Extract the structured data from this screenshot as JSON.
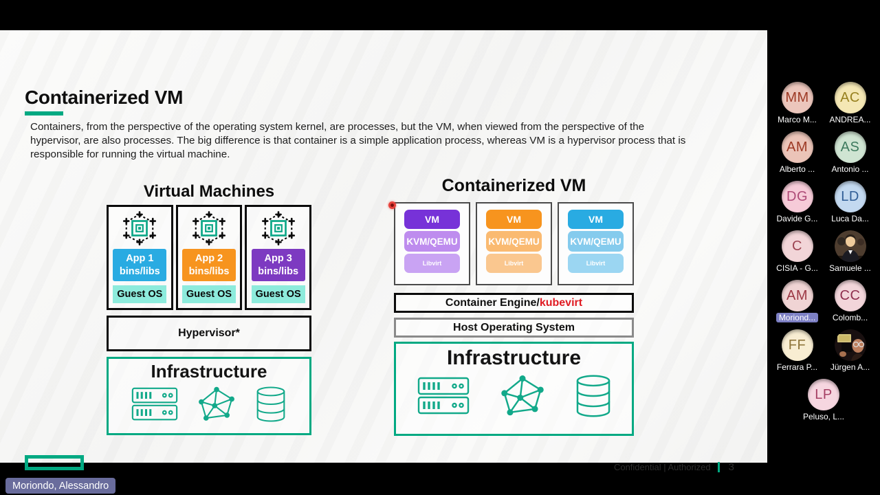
{
  "colors": {
    "accent_green": "#01A982",
    "icon_teal": "#12A98A",
    "kubevirt_red": "#E01B22",
    "speaker_highlight": "#7D80C4"
  },
  "slide": {
    "title": "Containerized VM",
    "intro": "Containers, from the perspective of the operating system kernel, are processes, but the VM, when viewed from the perspective of the hypervisor, are also processes. The big difference is that container is a simple application process, whereas VM is a hypervisor process that is responsible for running the virtual machine.",
    "left_diagram": {
      "title": "Virtual Machines",
      "vms": [
        {
          "app": "App 1",
          "sub": "bins/libs",
          "color": "#29ABE2",
          "os": "Guest OS",
          "os_color": "#8DEBDC"
        },
        {
          "app": "App 2",
          "sub": "bins/libs",
          "color": "#F7941E",
          "os": "Guest OS",
          "os_color": "#8DEBDC"
        },
        {
          "app": "App 3",
          "sub": "bins/libs",
          "color": "#7D3AC1",
          "os": "Guest OS",
          "os_color": "#8DEBDC"
        }
      ],
      "hypervisor": "Hypervisor*",
      "infrastructure": "Infrastructure"
    },
    "right_diagram": {
      "title": "Containerized VM",
      "stacks": [
        {
          "vm": "VM",
          "mid": "KVM/QEMU",
          "bottom": "Libvirt",
          "vm_color": "#7732D8",
          "mid_color": "#BE8CEE",
          "bottom_color": "#C9A3F3"
        },
        {
          "vm": "VM",
          "mid": "KVM/QEMU",
          "bottom": "Libvirt",
          "vm_color": "#F7941E",
          "mid_color": "#FABA71",
          "bottom_color": "#FAC78F"
        },
        {
          "vm": "VM",
          "mid": "KVM/QEMU",
          "bottom": "Libvirt",
          "vm_color": "#29ABE2",
          "mid_color": "#85CBED",
          "bottom_color": "#9BD6F2"
        }
      ],
      "container_engine_prefix": "Container Engine/",
      "container_engine_highlight": "kubevirt",
      "host_os": "Host Operating System",
      "infrastructure": "Infrastructure"
    },
    "footer": {
      "classification": "Confidential | Authorized",
      "page": "3"
    }
  },
  "meeting": {
    "active_speaker_tag": "Moriondo, Alessandro",
    "participants": [
      {
        "initials": "MM",
        "name": "Marco M...",
        "bg": "#ECC6BC",
        "fg": "#9C3823",
        "type": "initials"
      },
      {
        "initials": "AC",
        "name": "ANDREA...",
        "bg": "#F4E7B4",
        "fg": "#97801F",
        "type": "initials"
      },
      {
        "initials": "AM",
        "name": "Alberto ...",
        "bg": "#EBC4B8",
        "fg": "#9C3823",
        "type": "initials"
      },
      {
        "initials": "AS",
        "name": "Antonio ...",
        "bg": "#CFE4D2",
        "fg": "#3D7A5E",
        "type": "initials"
      },
      {
        "initials": "DG",
        "name": "Davide G...",
        "bg": "#F6CBD8",
        "fg": "#AE4B77",
        "type": "initials"
      },
      {
        "initials": "LD",
        "name": "Luca Da...",
        "bg": "#C3D9F0",
        "fg": "#2F5D96",
        "type": "initials"
      },
      {
        "initials": "C",
        "name": "CISIA - G...",
        "bg": "#F2D5D8",
        "fg": "#9C4452",
        "type": "initials"
      },
      {
        "initials": "",
        "name": "Samuele ...",
        "bg": "",
        "fg": "",
        "type": "photo"
      },
      {
        "initials": "AM",
        "name": "Moriond...",
        "bg": "#F0D4D4",
        "fg": "#9C3844",
        "type": "initials",
        "highlighted": true
      },
      {
        "initials": "CC",
        "name": "Colomb...",
        "bg": "#F2D5DA",
        "fg": "#8E2F4E",
        "type": "initials"
      },
      {
        "initials": "FF",
        "name": "Ferrara P...",
        "bg": "#F8EDD2",
        "fg": "#8E7439",
        "type": "initials"
      },
      {
        "initials": "",
        "name": "Jürgen A...",
        "bg": "",
        "fg": "",
        "type": "photo"
      },
      {
        "initials": "LP",
        "name": "Peluso, L...",
        "bg": "#F6D6E0",
        "fg": "#A53F63",
        "type": "initials"
      }
    ]
  },
  "icons": {
    "container_icon": "dashed-hexagon-nested-squares",
    "server_icon": "server-rack-outline",
    "network_icon": "network-mesh-nodes",
    "database_icon": "database-cylinder",
    "logo_icon": "hpe-element-rectangle",
    "laser_icon": "red-laser-pointer-dot"
  }
}
